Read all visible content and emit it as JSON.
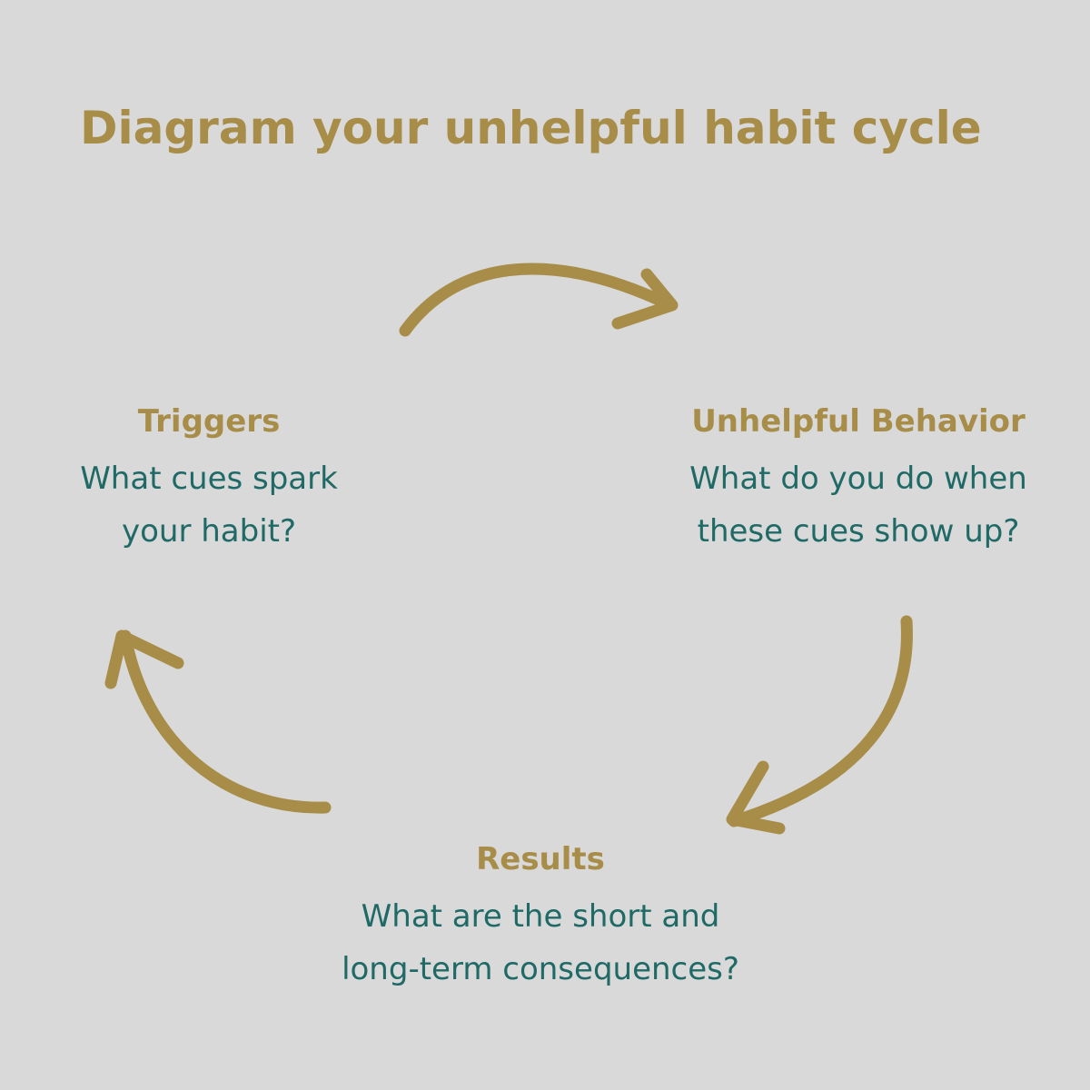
{
  "title": "Diagram your unhelpful habit cycle",
  "colors": {
    "background": "#d9d9d9",
    "accent_gold": "#a88d49",
    "text_teal": "#1f6a66"
  },
  "nodes": {
    "triggers": {
      "heading": "Triggers",
      "question_line1": "What cues spark",
      "question_line2": "your habit?"
    },
    "behavior": {
      "heading": "Unhelpful Behavior",
      "question_line1": "What do you do when",
      "question_line2": "these cues show up?"
    },
    "results": {
      "heading": "Results",
      "question_line1": "What are the short and",
      "question_line2": "long-term consequences?"
    }
  },
  "arrows": [
    {
      "name": "triggers-to-behavior",
      "icon": "curved-arrow-right"
    },
    {
      "name": "behavior-to-results",
      "icon": "curved-arrow-down-left"
    },
    {
      "name": "results-to-triggers",
      "icon": "curved-arrow-up"
    }
  ]
}
